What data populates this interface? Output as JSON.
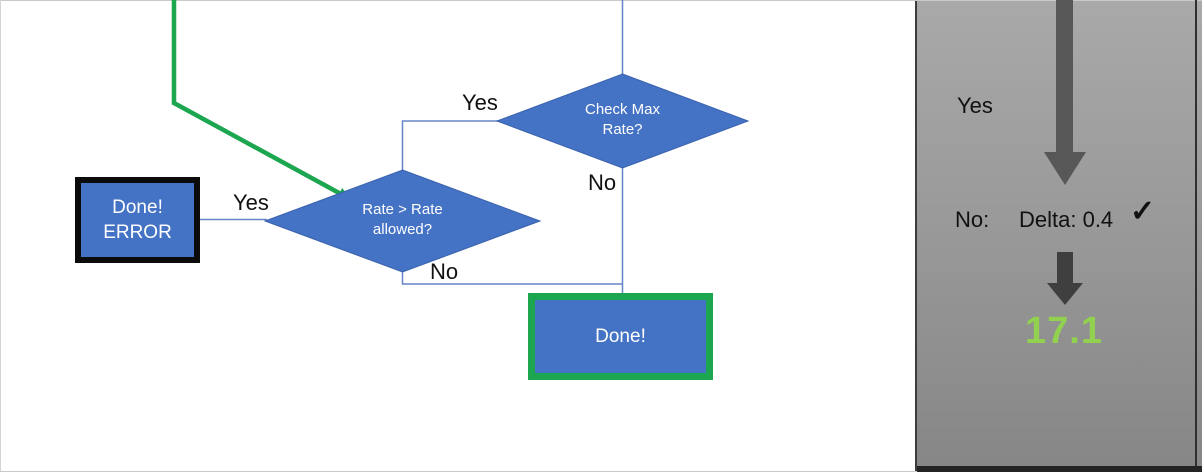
{
  "flowchart": {
    "decision_check_max_rate": "Check Max\nRate?",
    "decision_rate_allowed": "Rate > Rate\nallowed?",
    "check_max_yes": "Yes",
    "check_max_no": "No",
    "rate_allowed_yes": "Yes",
    "rate_allowed_no": "No",
    "error_box_label": "Done!\nERROR",
    "done_box_label": "Done!"
  },
  "side_panel": {
    "yes_label": "Yes",
    "no_label": "No:",
    "delta_label": "Delta: 0.4",
    "check_icon": "✓",
    "result_value": "17.1"
  },
  "colors": {
    "shape_blue": "#4472C4",
    "shape_blue_edge": "#3A62AD",
    "connector_blue": "#6286c7",
    "flow_green": "#1CA64F",
    "result_green": "#92D050",
    "arrow_gray": "#575757"
  }
}
